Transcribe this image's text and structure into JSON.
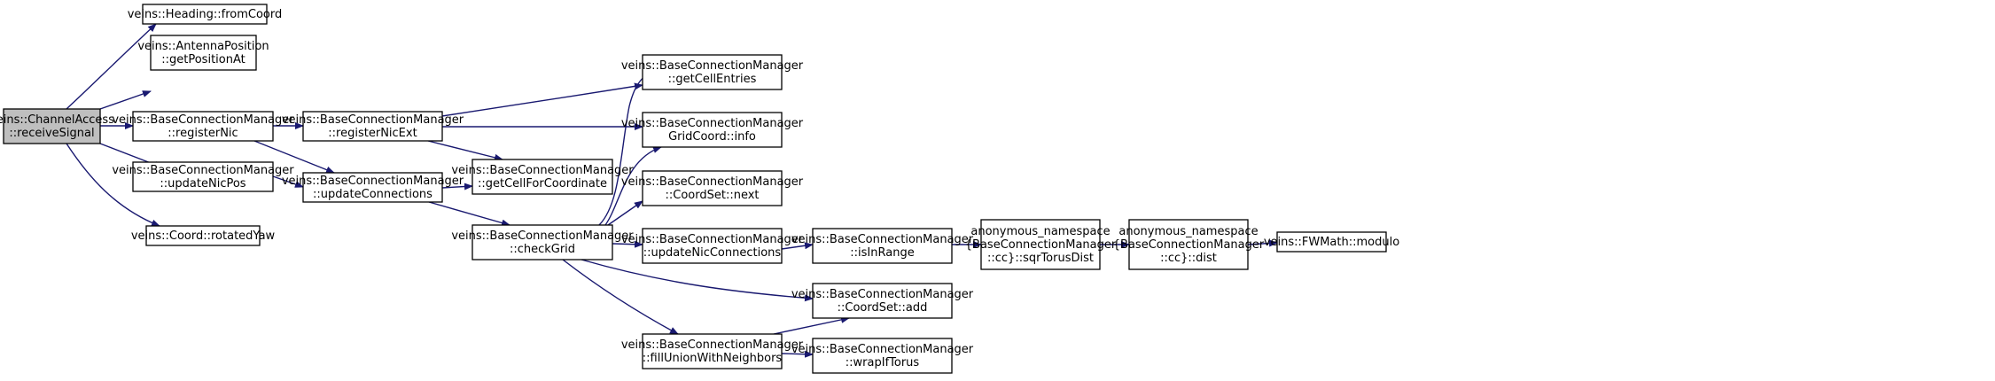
{
  "graph": {
    "colors": {
      "edge": "#191970",
      "node_fill": "#ffffff",
      "root_fill": "#bfbfbf",
      "border": "#000000"
    },
    "nodes": [
      {
        "id": "receiveSignal",
        "label": "veins::ChannelAccess\n::receiveSignal",
        "root": true
      },
      {
        "id": "fromCoord",
        "label": "veins::Heading::fromCoord"
      },
      {
        "id": "getPositionAt",
        "label": "veins::AntennaPosition\n::getPositionAt"
      },
      {
        "id": "registerNic",
        "label": "veins::BaseConnectionManager\n::registerNic"
      },
      {
        "id": "updateNicPos",
        "label": "veins::BaseConnectionManager\n::updateNicPos"
      },
      {
        "id": "rotatedYaw",
        "label": "veins::Coord::rotatedYaw"
      },
      {
        "id": "registerNicExt",
        "label": "veins::BaseConnectionManager\n::registerNicExt"
      },
      {
        "id": "updateConnections",
        "label": "veins::BaseConnectionManager\n::updateConnections"
      },
      {
        "id": "getCellForCoordinate",
        "label": "veins::BaseConnectionManager\n::getCellForCoordinate"
      },
      {
        "id": "checkGrid",
        "label": "veins::BaseConnectionManager\n::checkGrid"
      },
      {
        "id": "getCellEntries",
        "label": "veins::BaseConnectionManager\n::getCellEntries"
      },
      {
        "id": "gridInfo",
        "label": "veins::BaseConnectionManager\nGridCoord::info"
      },
      {
        "id": "coordSetNext",
        "label": "veins::BaseConnectionManager\n::CoordSet::next"
      },
      {
        "id": "updateNicConnections",
        "label": "veins::BaseConnectionManager\n::updateNicConnections"
      },
      {
        "id": "fillUnionWithNeighbors",
        "label": "veins::BaseConnectionManager\n::fillUnionWithNeighbors"
      },
      {
        "id": "isInRange",
        "label": "veins::BaseConnectionManager\n::isInRange"
      },
      {
        "id": "coordSetAdd",
        "label": "veins::BaseConnectionManager\n::CoordSet::add"
      },
      {
        "id": "wrapIfTorus",
        "label": "veins::BaseConnectionManager\n::wrapIfTorus"
      },
      {
        "id": "sqrTorusDist",
        "label": "anonymous_namespace\n{BaseConnectionManager\n::cc}::sqrTorusDist"
      },
      {
        "id": "dist",
        "label": "anonymous_namespace\n{BaseConnectionManager\n::cc}::dist"
      },
      {
        "id": "modulo",
        "label": "veins::FWMath::modulo"
      }
    ]
  }
}
